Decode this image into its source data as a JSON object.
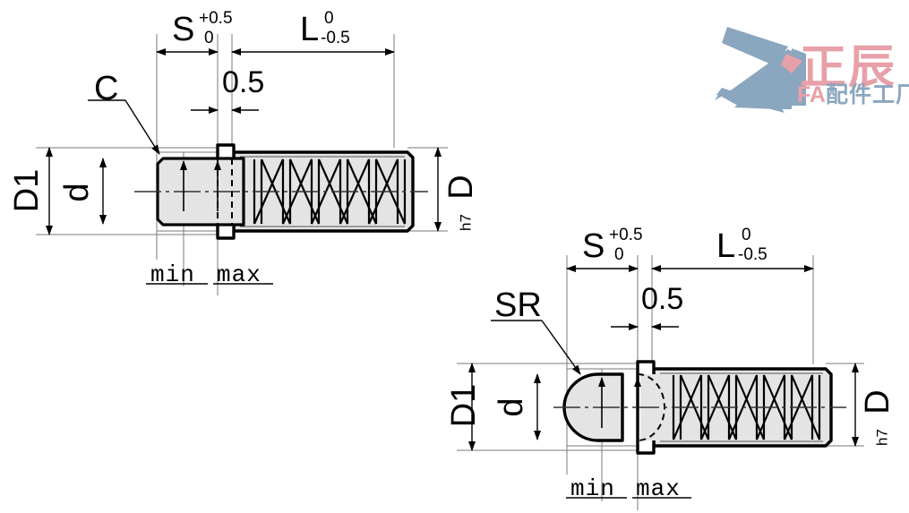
{
  "document": {
    "type": "engineering-drawing",
    "title": "Spring Plunger Dimensional Drawing",
    "background_color": "#ffffff",
    "line_color": "#000000",
    "fill_color": "#e4e4e4",
    "thin_line_color": "#7a7a7a"
  },
  "logo": {
    "mark_color": "#8ba6bf",
    "accent_color": "#e8a0a8",
    "brand_cn": "正辰",
    "brand_sub": "FA配件工厂",
    "brand_sub_prefix": "FA",
    "brand_sub_rest": "配件工厂",
    "brand_color": "#e8a0a8",
    "sub_color": "#8ba6bf"
  },
  "views": [
    {
      "id": "flat-nose",
      "nose_type": "flat",
      "nose_label": "C",
      "nose_label_meaning": "chamfer",
      "dimensions": {
        "s": {
          "symbol": "S",
          "upper": "+0.5",
          "lower": "0"
        },
        "l": {
          "symbol": "L",
          "upper": "0",
          "lower": "-0.5"
        },
        "gap": "0.5",
        "d1": "D1",
        "d_small": "d",
        "d_body": "D",
        "d_body_fit": "h7"
      },
      "stroke_labels": {
        "min": "min",
        "max": "max"
      }
    },
    {
      "id": "spherical-nose",
      "nose_type": "spherical",
      "nose_label": "SR",
      "nose_label_meaning": "spherical radius",
      "dimensions": {
        "s": {
          "symbol": "S",
          "upper": "+0.5",
          "lower": "0"
        },
        "l": {
          "symbol": "L",
          "upper": "0",
          "lower": "-0.5"
        },
        "gap": "0.5",
        "d1": "D1",
        "d_small": "d",
        "d_body": "D",
        "d_body_fit": "h7"
      },
      "stroke_labels": {
        "min": "min",
        "max": "max"
      }
    }
  ]
}
